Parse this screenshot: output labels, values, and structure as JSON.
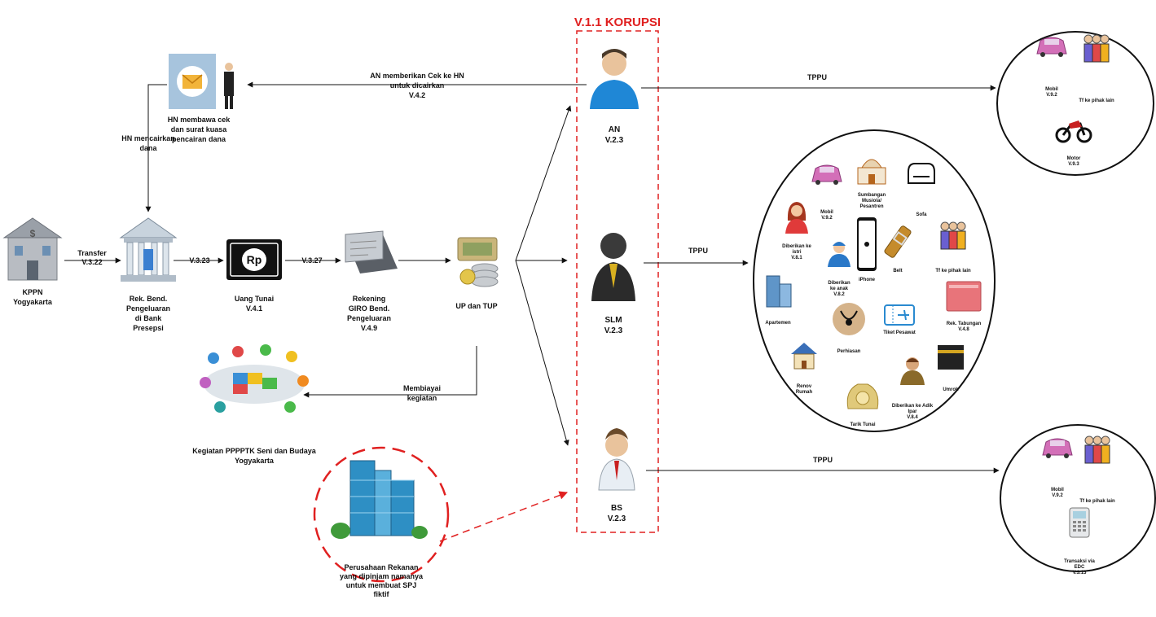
{
  "title": "V.1.1 KORUPSI",
  "colors": {
    "accent_red": "#e02020",
    "line": "#111111"
  },
  "nodes": {
    "kppn": {
      "lines": [
        "KPPN",
        "Yogyakarta"
      ],
      "icon": "bank-building-icon"
    },
    "transfer": {
      "lines": [
        "Transfer",
        "V.3.22"
      ]
    },
    "rek_bend": {
      "lines": [
        "Rek. Bend.",
        "Pengeluaran",
        "di Bank",
        "Presepsi"
      ],
      "icon": "bank-icon"
    },
    "v323": "V.3.23",
    "uang_tunai": {
      "lines": [
        "Uang Tunai",
        "V.4.1"
      ],
      "icon": "rupiah-banknote-icon"
    },
    "v327": "V.3.27",
    "rekening_giro": {
      "lines": [
        "Rekening",
        "GIRO Bend.",
        "Pengeluaran",
        "V.4.9"
      ],
      "icon": "checkbook-icon"
    },
    "up_tup": {
      "lines": [
        "UP dan TUP"
      ],
      "icon": "money-stack-icon"
    },
    "hn_bawa": {
      "lines": [
        "HN membawa cek",
        "dan surat kuasa",
        "pencairan dana"
      ],
      "icon": "letter-businessman-icon"
    },
    "hn_cair": {
      "lines": [
        "HN mencairkan",
        "dana"
      ]
    },
    "an_cek": {
      "lines": [
        "AN memberikan Cek ke HN",
        "untuk dicairkan",
        "V.4.2"
      ]
    },
    "membiayai": {
      "lines": [
        "Membiayai",
        "kegiatan"
      ]
    },
    "kegiatan": {
      "lines": [
        "Kegiatan PPPPTK Seni dan Budaya",
        "Yogyakarta"
      ],
      "icon": "meeting-puzzle-icon"
    },
    "rekanan": {
      "lines": [
        "Perusahaan Rekanan",
        "yang dipinjam namanya",
        "untuk membuat SPJ",
        "fiktif"
      ],
      "icon": "office-building-icon"
    },
    "an": {
      "lines": [
        "AN",
        "V.2.3"
      ],
      "icon": "person-blue-icon"
    },
    "slm": {
      "lines": [
        "SLM",
        "V.2.3"
      ],
      "icon": "person-suit-icon"
    },
    "bs": {
      "lines": [
        "BS",
        "V.2.3"
      ],
      "icon": "person-white-icon"
    },
    "tppu": [
      "TPPU",
      "TPPU",
      "TPPU"
    ]
  },
  "an_assets": [
    {
      "lines": [
        "Mobil",
        "V.9.2"
      ],
      "icon": "car-icon"
    },
    {
      "lines": [
        "Tf ke pihak lain"
      ],
      "icon": "people-group-icon"
    },
    {
      "lines": [
        "Motor",
        "V.9.3"
      ],
      "icon": "motorcycle-icon"
    }
  ],
  "bs_assets": [
    {
      "lines": [
        "Mobil",
        "V.9.2"
      ],
      "icon": "car-icon"
    },
    {
      "lines": [
        "Tf ke pihak lain"
      ],
      "icon": "people-group-icon"
    },
    {
      "lines": [
        "Transaksi via",
        "EDC",
        "V.3.15"
      ],
      "icon": "edc-terminal-icon"
    }
  ],
  "slm_assets": [
    {
      "lines": [
        "Mobil",
        "V.9.2"
      ],
      "icon": "car-icon"
    },
    {
      "lines": [
        "Sumbangan",
        "Musiola/",
        "Pesantren"
      ],
      "icon": "mosque-icon"
    },
    {
      "lines": [
        "Sofa"
      ],
      "icon": "sofa-icon"
    },
    {
      "lines": [
        "Diberikan ke",
        "istri",
        "V.8.1"
      ],
      "icon": "woman-icon"
    },
    {
      "lines": [
        "Diberikan",
        "ke anak",
        "V.8.2"
      ],
      "icon": "boy-icon"
    },
    {
      "lines": [
        "iPhone"
      ],
      "icon": "iphone-icon"
    },
    {
      "lines": [
        "Belt"
      ],
      "icon": "belt-icon"
    },
    {
      "lines": [
        "Tf ke pihak lain"
      ],
      "icon": "people-group-icon"
    },
    {
      "lines": [
        "Apartemen"
      ],
      "icon": "apartment-icon"
    },
    {
      "lines": [
        "Perhiasan"
      ],
      "icon": "necklace-icon"
    },
    {
      "lines": [
        "Tiket Pesawat"
      ],
      "icon": "plane-ticket-icon"
    },
    {
      "lines": [
        "Rek. Tabungan",
        "V.4.8"
      ],
      "icon": "savings-book-icon"
    },
    {
      "lines": [
        "Renov",
        "Rumah"
      ],
      "icon": "house-icon"
    },
    {
      "lines": [
        "Tarik Tunai"
      ],
      "icon": "money-bag-icon"
    },
    {
      "lines": [
        "Diberikan ke Adik",
        "Ipar",
        "V.8.4"
      ],
      "icon": "man-icon"
    },
    {
      "lines": [
        "Umroh"
      ],
      "icon": "kaaba-icon"
    }
  ]
}
